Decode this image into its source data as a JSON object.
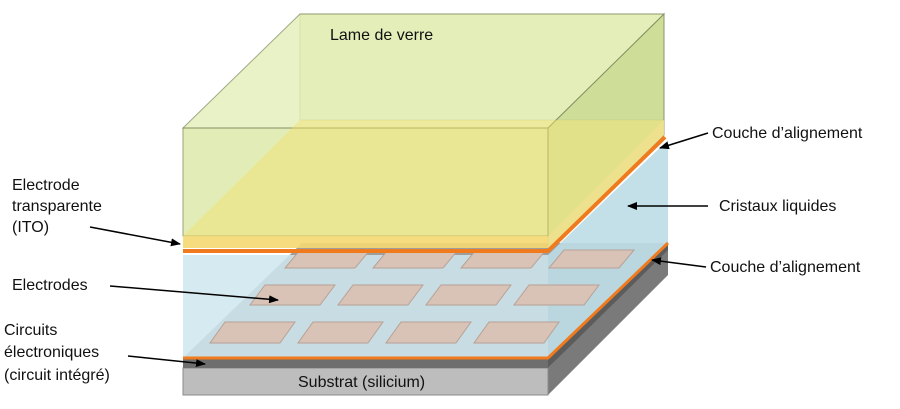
{
  "labels": {
    "glass_plate": "Lame de verre",
    "alignment_layer_top": "Couche d’alignement",
    "liquid_crystals": "Cristaux liquides",
    "alignment_layer_bottom": "Couche d’alignement",
    "transparent_electrode_line1": "Electrode",
    "transparent_electrode_line2": "transparente",
    "transparent_electrode_line3": "(ITO)",
    "electrodes": "Electrodes",
    "circuits_line1": "Circuits",
    "circuits_line2": "électroniques",
    "circuits_line3": "(circuit intégré)",
    "substrate": "Substrat (silicium)"
  },
  "colors": {
    "glass": "#dbe8a6",
    "glass_side": "#c7d98c",
    "ito": "#f5e36a",
    "alignment": "#f07a1e",
    "liquid_crystal": "#cfe6ee",
    "electrode": "#d9c2b6",
    "substrate_top": "#9e9e9e",
    "substrate_front": "#bdbdbd",
    "substrate_side": "#7a7a7a"
  }
}
